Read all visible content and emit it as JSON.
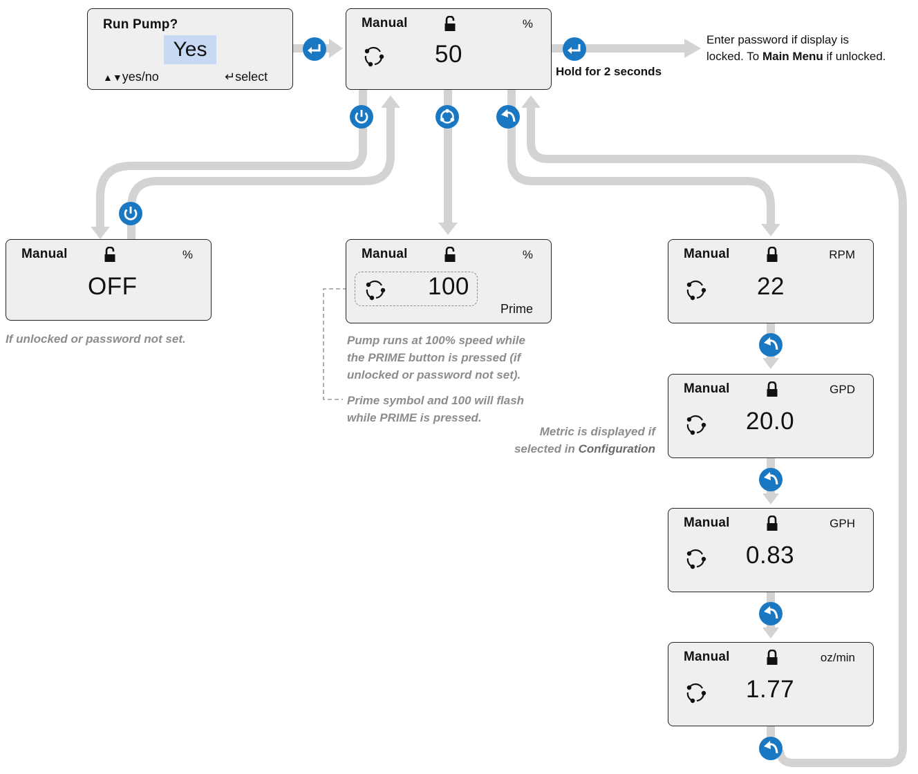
{
  "run_pump": {
    "title": "Run Pump?",
    "value": "Yes",
    "hint_left": "yes/no",
    "hint_right": "select"
  },
  "screens": {
    "manual_main": {
      "mode": "Manual",
      "unit": "%",
      "value": "50",
      "lock": "unlocked"
    },
    "manual_off": {
      "mode": "Manual",
      "unit": "%",
      "value": "OFF",
      "lock": "unlocked"
    },
    "manual_prime": {
      "mode": "Manual",
      "unit": "%",
      "value": "100",
      "sub": "Prime",
      "lock": "unlocked"
    },
    "manual_rpm": {
      "mode": "Manual",
      "unit": "RPM",
      "value": "22",
      "lock": "locked"
    },
    "manual_gpd": {
      "mode": "Manual",
      "unit": "GPD",
      "value": "20.0",
      "lock": "locked"
    },
    "manual_gph": {
      "mode": "Manual",
      "unit": "GPH",
      "value": "0.83",
      "lock": "locked"
    },
    "manual_ozmin": {
      "mode": "Manual",
      "unit": "oz/min",
      "value": "1.77",
      "lock": "locked"
    }
  },
  "labels": {
    "hold": "Hold for 2 seconds",
    "enter_line1": "Enter password if display is",
    "enter_line2_a": "locked. To ",
    "enter_line2_b": "Main Menu",
    "enter_line2_c": " if unlocked."
  },
  "notes": {
    "off": "If unlocked or password not set.",
    "prime_1": "Pump runs at 100% speed while",
    "prime_2": "the PRIME button is pressed (if",
    "prime_3": "unlocked or password not set).",
    "prime_4": "Prime symbol and 100 will flash",
    "prime_5": "while PRIME is pressed.",
    "metric_1": "Metric is displayed if",
    "metric_2a": "selected in ",
    "metric_2b": "Configuration"
  },
  "icons": {
    "enter": "enter-icon",
    "power": "power-icon",
    "prime": "prime-icon",
    "back": "back-icon",
    "pump": "pump-rotation-icon",
    "lock_open": "unlocked-padlock-icon",
    "lock_closed": "locked-padlock-icon"
  },
  "colors": {
    "button_blue": "#1a78c2",
    "arrow_gray": "#d3d3d3",
    "note_gray": "#8c8c8c",
    "highlight": "#c8daf3",
    "screen_bg": "#efefef"
  }
}
